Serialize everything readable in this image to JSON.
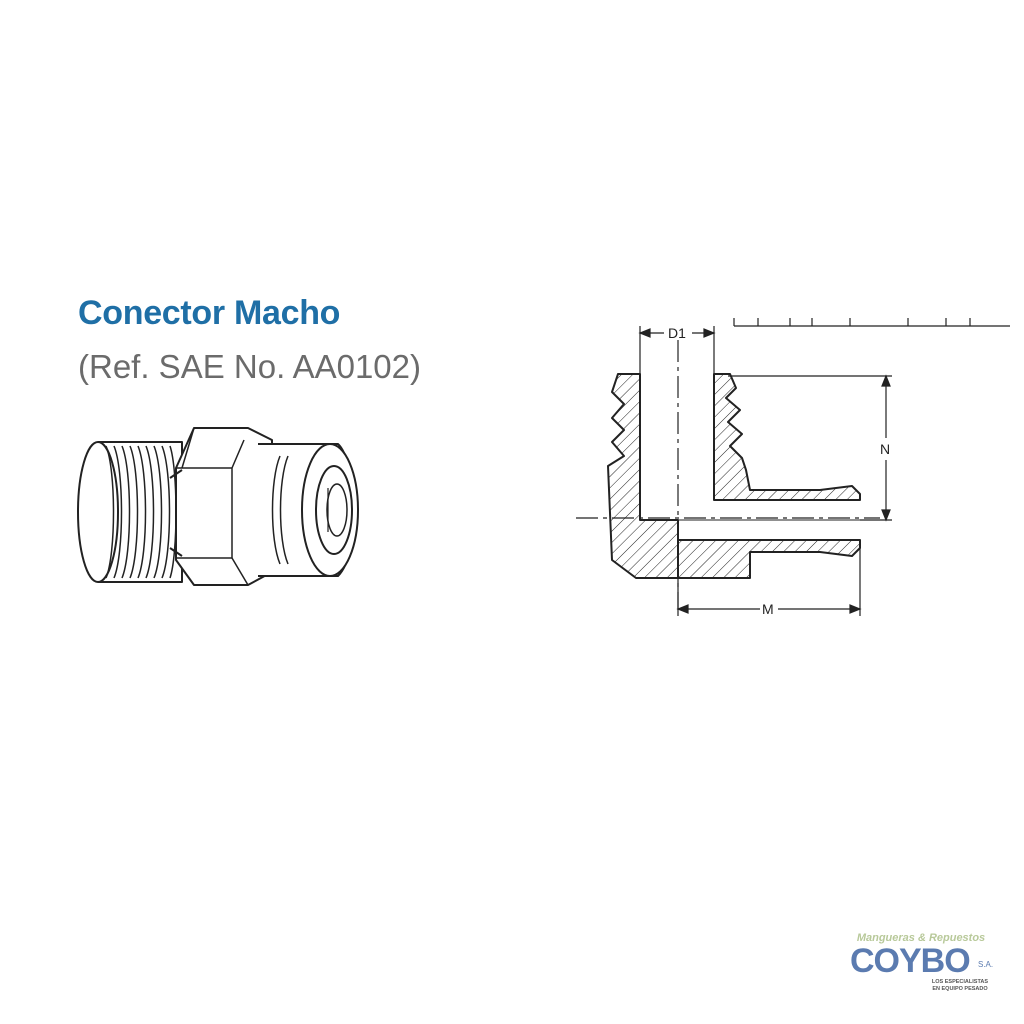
{
  "heading": {
    "title": "Conector Macho",
    "subtitle": "(Ref. SAE No. AA0102)"
  },
  "dimensions": {
    "d1": "D1",
    "n": "N",
    "m": "M"
  },
  "logo": {
    "tagline": "Mangueras & Repuestos",
    "brand": "COYBO",
    "suffix": "S.A.",
    "slogan_line1": "LOS ESPECIALISTAS",
    "slogan_line2": "EN EQUIPO PESADO"
  },
  "colors": {
    "title": "#1f6fa6",
    "subtitle": "#6b6b6b",
    "line": "#222222",
    "logo_blue": "#5b7bb0",
    "logo_green": "#b8c99a"
  }
}
